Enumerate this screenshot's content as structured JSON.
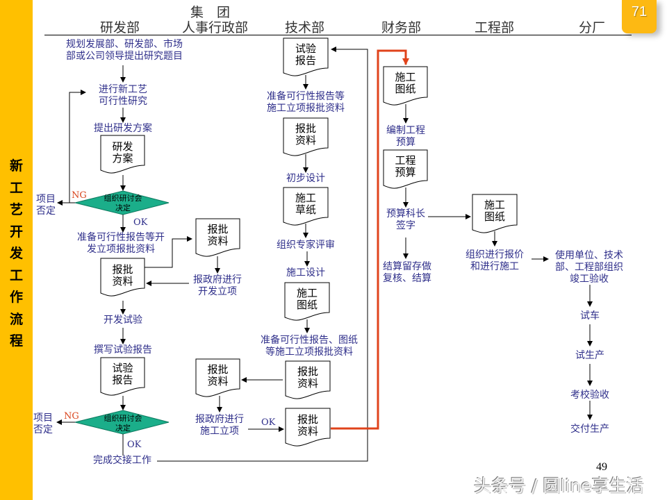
{
  "slide": {
    "sidebar_title": [
      "新",
      "工",
      "艺",
      "开",
      "发",
      "工",
      "作",
      "流",
      "程"
    ],
    "badge": "71",
    "page_number": "49",
    "watermark": "头条号 / 圆line享生活"
  },
  "columns": {
    "rd": "研发部",
    "group_top": "集　团",
    "hr": "人事行政部",
    "tech": "技术部",
    "finance": "财务部",
    "engineering": "工程部",
    "branch": "分厂"
  },
  "colors": {
    "sidebar": "#FFC000",
    "badge": "#FDB913",
    "text_blue": "#2E2E8A",
    "decision_fill": "#1BAE8A",
    "red_line": "#E0431B",
    "ng_label": "#D9441C"
  },
  "rd_flow": {
    "start": [
      "规划发展部、研发部、市场",
      "部或公司领导提出研究题目"
    ],
    "research": [
      "进行新工艺",
      "可行性研究"
    ],
    "propose": "提出研发方案",
    "doc_plan": [
      "研发",
      "方案"
    ],
    "decision1": [
      "组织研讨会",
      "决定"
    ],
    "reject1": [
      "项目",
      "否定"
    ],
    "ng1": "NG",
    "ok1": "OK",
    "prepare": [
      "准备可行性报告等开",
      "发立项报批资料"
    ],
    "doc_approval": [
      "报批",
      "资料"
    ],
    "dev_test": "开发试验",
    "write_report": "撰写试验报告",
    "doc_report": [
      "试验",
      "报告"
    ],
    "decision2": [
      "组织研讨会",
      "决定"
    ],
    "reject2": [
      "项目",
      "否定"
    ],
    "ng2": "NG",
    "ok2": "OK",
    "handover": "完成交接工作"
  },
  "hr_flow": {
    "doc_approval1": [
      "报批",
      "资料"
    ],
    "gov_dev": [
      "报政府进行",
      "开发立项"
    ],
    "doc_approval2": [
      "报批",
      "资料"
    ],
    "gov_construct": [
      "报政府进行",
      "施工立项"
    ],
    "ok": "OK"
  },
  "tech_flow": {
    "doc_report": [
      "试验",
      "报告"
    ],
    "prepare1": [
      "准备可行性报告等",
      "施工立项报批资料"
    ],
    "doc_approval1": [
      "报批",
      "资料"
    ],
    "prelim": "初步设计",
    "doc_draft": [
      "施工",
      "草纸"
    ],
    "review": "组织专家评审",
    "design": "施工设计",
    "doc_drawing": [
      "施工",
      "图纸"
    ],
    "prepare2": [
      "准备可行性报告、图纸",
      "等施工立项报批资料"
    ],
    "doc_approval2": [
      "报批",
      "资料"
    ],
    "doc_approval3": [
      "报批",
      "资料"
    ]
  },
  "finance_flow": {
    "doc_drawing": [
      "施工",
      "图纸"
    ],
    "budget_prep": [
      "编制工程",
      "预算"
    ],
    "doc_budget": [
      "工程",
      "预算"
    ],
    "sign": [
      "预算科长",
      "签字"
    ],
    "settle": [
      "结算留存做",
      "复核、结算"
    ]
  },
  "engineering_flow": {
    "doc_drawing": [
      "施工",
      "图纸"
    ],
    "quote": [
      "组织进行报价",
      "和进行施工"
    ]
  },
  "branch_flow": {
    "acceptance": [
      "使用单位、技术",
      "部、工程部组织",
      "竣工验收"
    ],
    "trial_run": "试车",
    "trial_production": "试生产",
    "assessment": "考校验收",
    "delivery": "交付生产"
  }
}
